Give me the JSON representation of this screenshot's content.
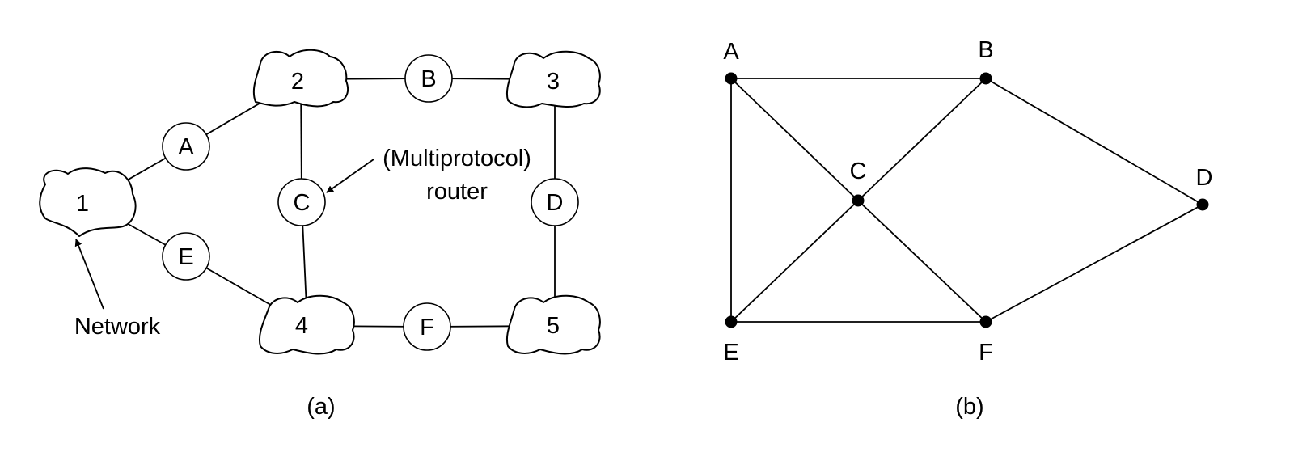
{
  "figure_a": {
    "caption": "(a)",
    "networks": [
      {
        "id": "net-1",
        "label": "1"
      },
      {
        "id": "net-2",
        "label": "2"
      },
      {
        "id": "net-3",
        "label": "3"
      },
      {
        "id": "net-4",
        "label": "4"
      },
      {
        "id": "net-5",
        "label": "5"
      }
    ],
    "routers": [
      {
        "id": "router-a",
        "label": "A"
      },
      {
        "id": "router-b",
        "label": "B"
      },
      {
        "id": "router-c",
        "label": "C"
      },
      {
        "id": "router-d",
        "label": "D"
      },
      {
        "id": "router-e",
        "label": "E"
      },
      {
        "id": "router-f",
        "label": "F"
      }
    ],
    "links": [
      [
        "net-1",
        "router-a"
      ],
      [
        "router-a",
        "net-2"
      ],
      [
        "net-1",
        "router-e"
      ],
      [
        "router-e",
        "net-4"
      ],
      [
        "net-2",
        "router-b"
      ],
      [
        "router-b",
        "net-3"
      ],
      [
        "net-2",
        "router-c"
      ],
      [
        "router-c",
        "net-4"
      ],
      [
        "net-3",
        "router-d"
      ],
      [
        "router-d",
        "net-5"
      ],
      [
        "net-4",
        "router-f"
      ],
      [
        "router-f",
        "net-5"
      ]
    ],
    "annotations": {
      "multiprotocol_line1": "(Multiprotocol)",
      "multiprotocol_line2": "router",
      "network": "Network"
    }
  },
  "figure_b": {
    "caption": "(b)",
    "nodes": [
      {
        "id": "node-a",
        "label": "A"
      },
      {
        "id": "node-b",
        "label": "B"
      },
      {
        "id": "node-c",
        "label": "C"
      },
      {
        "id": "node-d",
        "label": "D"
      },
      {
        "id": "node-e",
        "label": "E"
      },
      {
        "id": "node-f",
        "label": "F"
      }
    ],
    "edges": [
      [
        "node-a",
        "node-b"
      ],
      [
        "node-a",
        "node-e"
      ],
      [
        "node-a",
        "node-c"
      ],
      [
        "node-b",
        "node-c"
      ],
      [
        "node-b",
        "node-d"
      ],
      [
        "node-c",
        "node-e"
      ],
      [
        "node-c",
        "node-f"
      ],
      [
        "node-e",
        "node-f"
      ],
      [
        "node-f",
        "node-d"
      ]
    ]
  }
}
